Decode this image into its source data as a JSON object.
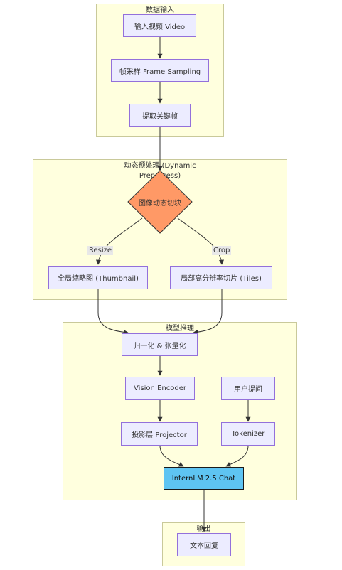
{
  "clusters": {
    "input": "数据输入",
    "preprocess_line1": "动态预处理 (Dynamic",
    "preprocess_line2": "Preprocess)",
    "inference": "模型推理",
    "output": "输出"
  },
  "nodes": {
    "video": "输入视频 Video",
    "sampling": "帧采样 Frame Sampling",
    "keyframe": "提取关键帧",
    "decision": "图像动态切块",
    "thumbnail": "全局缩略图 (Thumbnail)",
    "tiles": "局部高分辨率切片 (Tiles)",
    "normalize": "归一化 & 张量化",
    "vision_encoder": "Vision Encoder",
    "prompt": "用户提问",
    "projector": "投影层 Projector",
    "tokenizer": "Tokenizer",
    "llm": "InternLM 2.5 Chat",
    "response": "文本回复"
  },
  "edge_labels": {
    "resize": "Resize",
    "crop": "Crop"
  },
  "colors": {
    "cluster_fill": "#ffffde",
    "node_fill": "#ececff",
    "node_border": "#9370db",
    "decision_fill": "#ff9966",
    "llm_fill": "#5ec4f2"
  }
}
